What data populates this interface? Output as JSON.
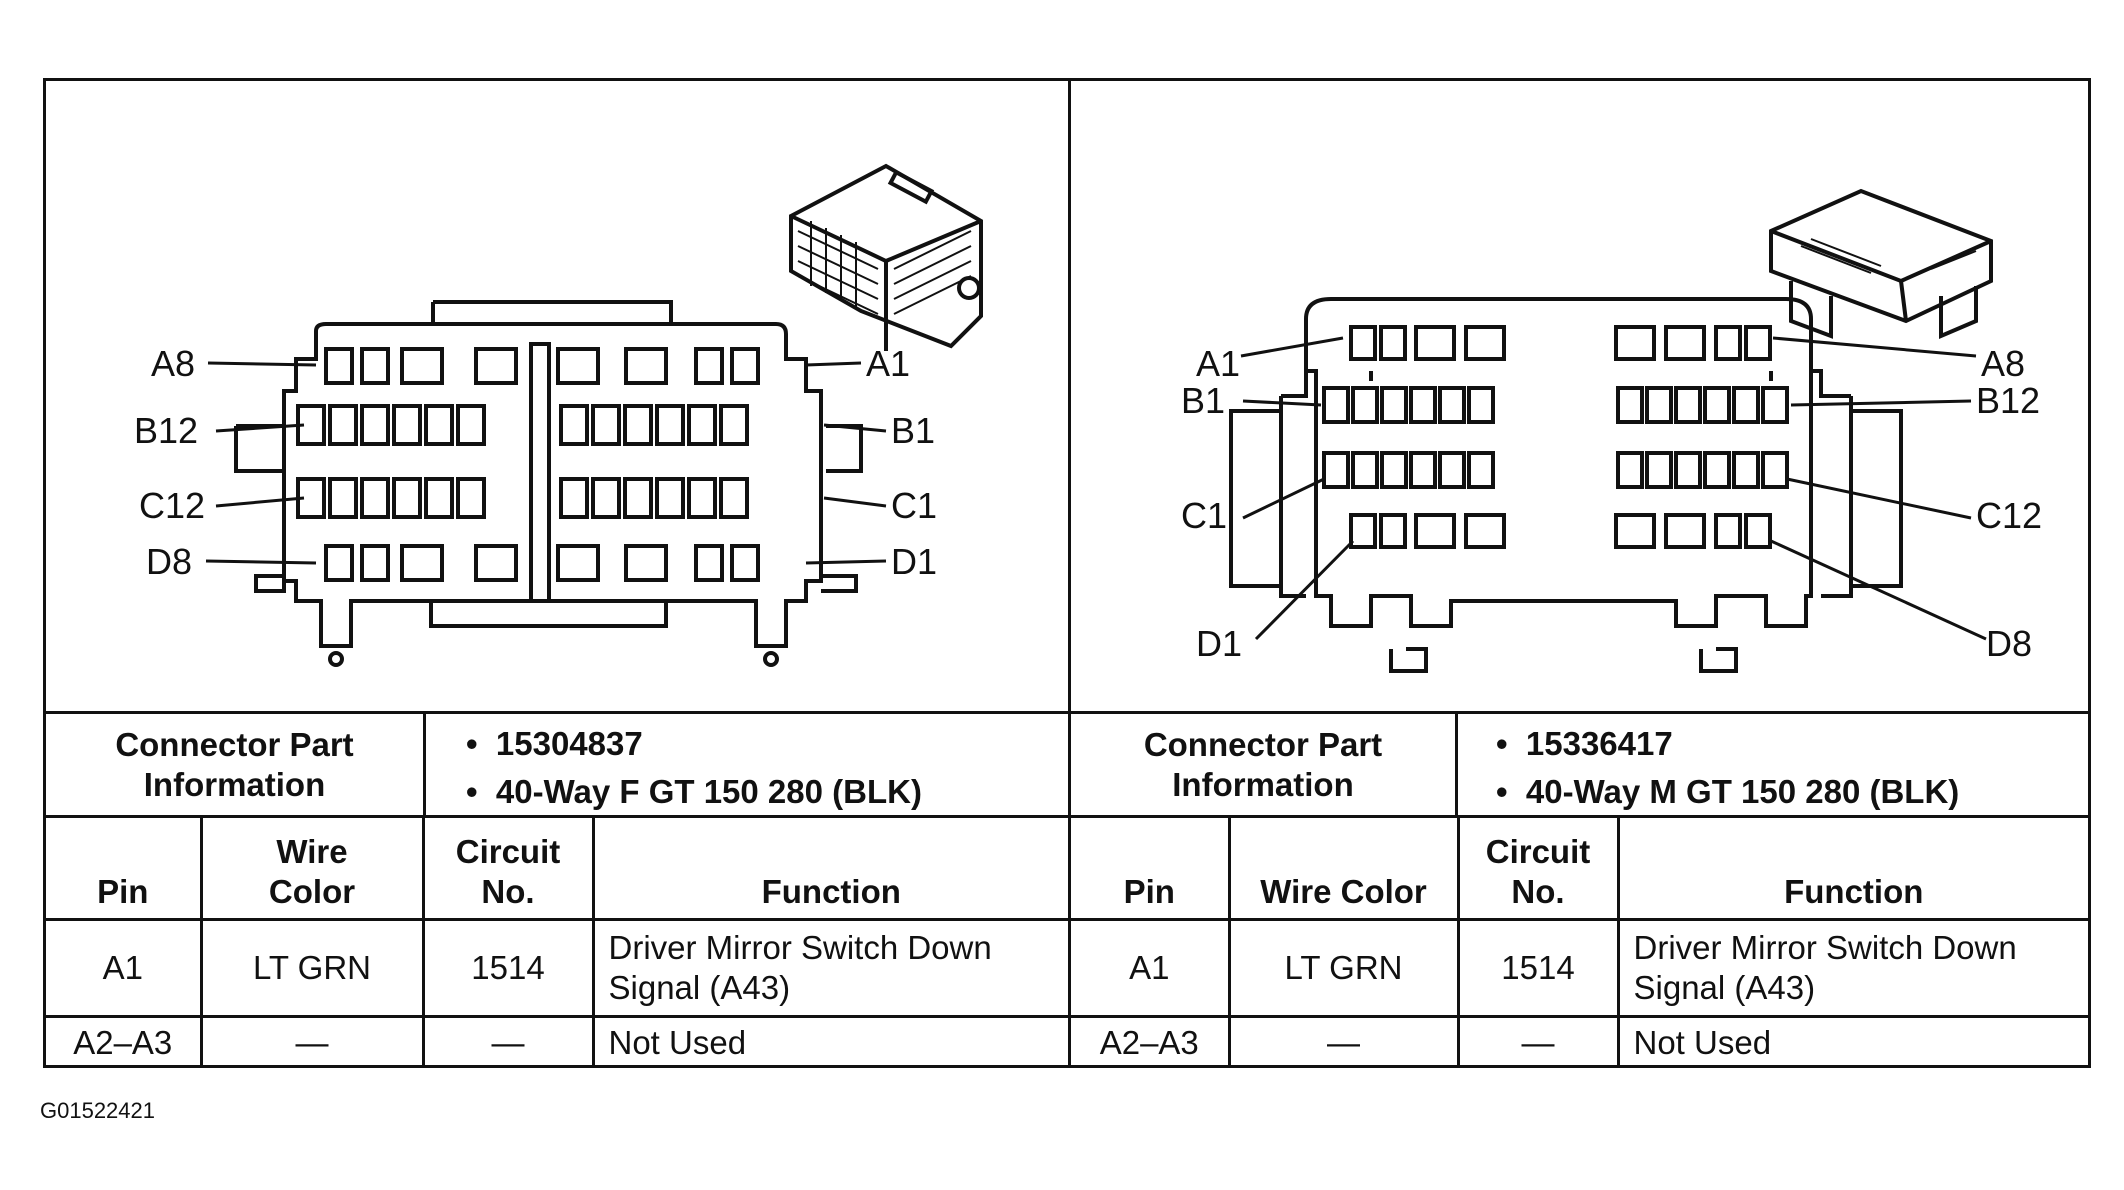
{
  "figure_id": "G01522421",
  "left": {
    "info_label_line1": "Connector Part",
    "info_label_line2": "Information",
    "part_number": "15304837",
    "connector_desc": "40-Way F GT 150 280 (BLK)",
    "headers": {
      "pin": "Pin",
      "wire_color_1": "Wire",
      "wire_color_2": "Color",
      "circuit_1": "Circuit",
      "circuit_2": "No.",
      "function": "Function"
    },
    "rows": [
      {
        "pin": "A1",
        "wire_color": "LT GRN",
        "circuit": "1514",
        "function_1": "Driver Mirror Switch Down",
        "function_2": "Signal (A43)"
      },
      {
        "pin": "A2–A3",
        "wire_color": "—",
        "circuit": "—",
        "function_1": "Not Used",
        "function_2": ""
      }
    ],
    "callouts": {
      "a8": "A8",
      "a1": "A1",
      "b12": "B12",
      "b1": "B1",
      "c12": "C12",
      "c1": "C1",
      "d8": "D8",
      "d1": "D1"
    }
  },
  "right": {
    "info_label_line1": "Connector Part",
    "info_label_line2": "Information",
    "part_number": "15336417",
    "connector_desc": "40-Way M GT 150 280 (BLK)",
    "headers": {
      "pin": "Pin",
      "wire_color": "Wire Color",
      "circuit_1": "Circuit",
      "circuit_2": "No.",
      "function": "Function"
    },
    "rows": [
      {
        "pin": "A1",
        "wire_color": "LT GRN",
        "circuit": "1514",
        "function_1": "Driver Mirror Switch Down",
        "function_2": "Signal (A43)"
      },
      {
        "pin": "A2–A3",
        "wire_color": "—",
        "circuit": "—",
        "function_1": "Not Used",
        "function_2": ""
      }
    ],
    "callouts": {
      "a1": "A1",
      "a8": "A8",
      "b1": "B1",
      "b12": "B12",
      "c1": "C1",
      "c12": "C12",
      "d1": "D1",
      "d8": "D8"
    }
  }
}
